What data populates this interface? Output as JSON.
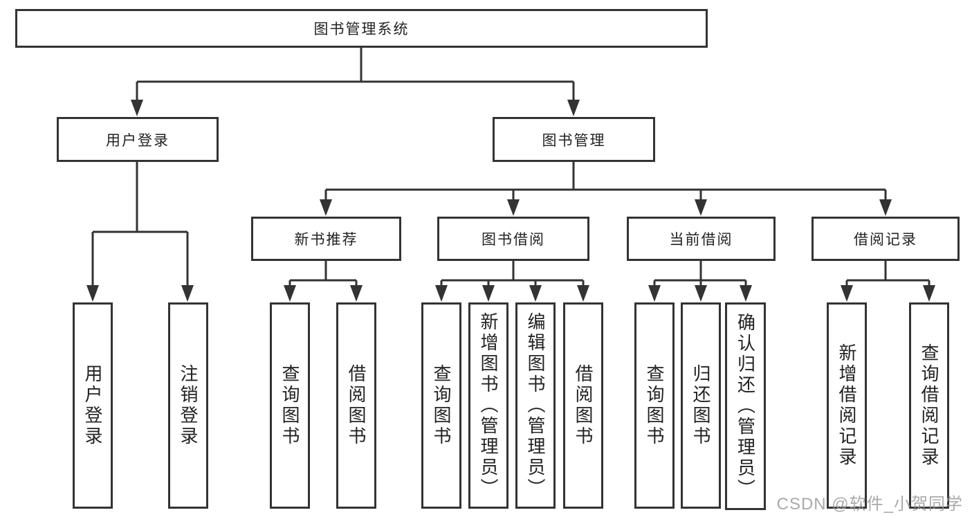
{
  "nodes": {
    "root": "图书管理系统",
    "level2": [
      "用户登录",
      "图书管理"
    ],
    "level3": [
      "新书推荐",
      "图书借阅",
      "当前借阅",
      "借阅记录"
    ],
    "leaves_user": [
      "用户登录",
      "注销登录"
    ],
    "leaves_newbook": [
      "查询图书",
      "借阅图书"
    ],
    "leaves_borrow": [
      "查询图书",
      "新增图书（管理员）",
      "编辑图书（管理员）",
      "借阅图书"
    ],
    "leaves_current": [
      "查询图书",
      "归还图书",
      "确认归还（管理员）"
    ],
    "leaves_record": [
      "新增借阅记录",
      "查询借阅记录"
    ]
  },
  "watermark": "CSDN @软件_小贺同学",
  "colors": {
    "line": "#333333",
    "text": "#222222",
    "wm": "#9b9b9b",
    "bg": "#ffffff"
  }
}
